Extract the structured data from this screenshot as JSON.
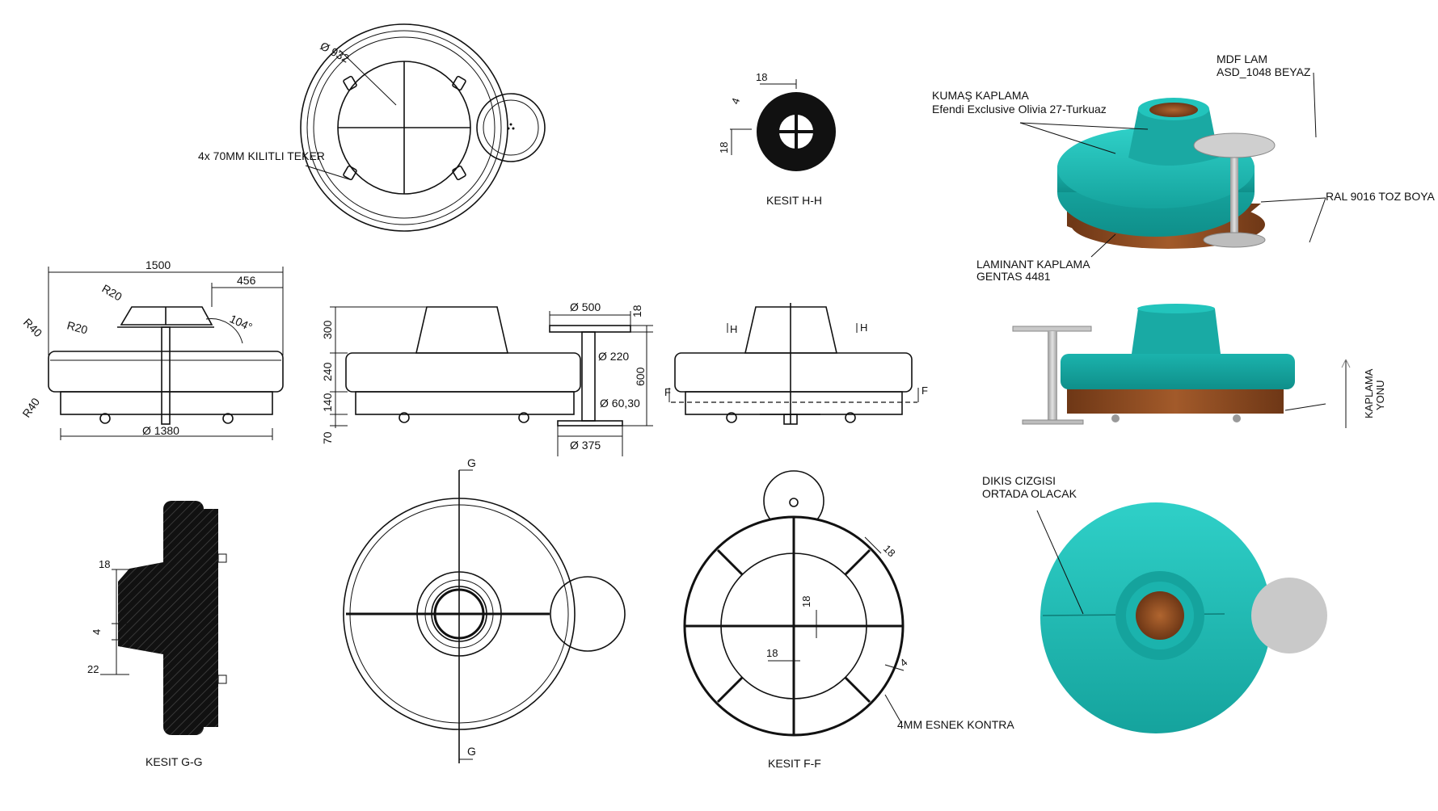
{
  "top_view": {
    "diameter": "Ø 932",
    "caster_note": "4x 70MM KILITLI TEKER"
  },
  "section_hh": {
    "title": "KESIT H-H",
    "dim_top": "18",
    "dim_diag": "4",
    "dim_left": "18"
  },
  "render_top": {
    "fabric_title": "KUMAŞ KAPLAMA",
    "fabric_spec": "Efendi Exclusive Olivia 27-Turkuaz",
    "mdf_title": "MDF LAM",
    "mdf_spec": "ASD_1048 BEYAZ",
    "paint": "RAL 9016 TOZ BOYA",
    "laminate_title": "LAMINANT KAPLAMA",
    "laminate_spec": "GENTAS 4481"
  },
  "front_view_left": {
    "overall": "1500",
    "right_part": "456",
    "r20_top": "R20",
    "r20_mid": "R20",
    "r40_top": "R40",
    "r40_bottom": "R40",
    "angle": "104°",
    "base_diameter": "Ø 1380"
  },
  "side_view": {
    "h300": "300",
    "h240": "240",
    "h140": "140",
    "h70": "70",
    "table_d": "Ø 500",
    "table_t": "18",
    "pole_d": "Ø 220",
    "total_h": "600",
    "pipe_d": "Ø 60,30",
    "foot_d": "Ø 375"
  },
  "front_section_view": {
    "h_mark": "H",
    "f_mark": "F"
  },
  "render_side": {
    "direction_line1": "KAPLAMA",
    "direction_line2": "YONU"
  },
  "section_gg": {
    "title": "KESIT G-G",
    "dim18": "18",
    "dim4": "4",
    "dim22": "22"
  },
  "plan_view": {
    "g_mark": "G"
  },
  "section_ff": {
    "title": "KESIT F-F",
    "dim18a": "18",
    "dim18b": "18",
    "dim18c": "18",
    "dim4": "4",
    "flex_note": "4MM ESNEK KONTRA"
  },
  "render_plan": {
    "seam_line1": "DIKIS CIZGISI",
    "seam_line2": "ORTADA OLACAK"
  },
  "colors": {
    "fabric": "#1bb3ad",
    "wood": "#8a4a22",
    "metal": "#c9c9c9"
  }
}
